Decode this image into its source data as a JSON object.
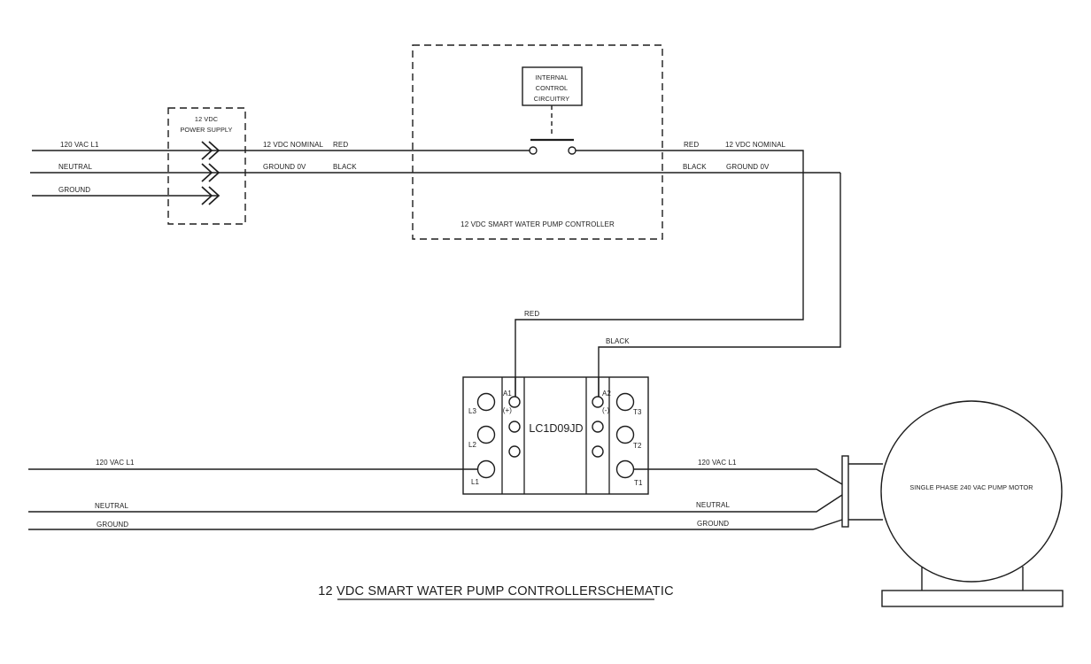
{
  "diagram_title": "12 VDC SMART WATER PUMP CONTROLLERSCHEMATIC",
  "power_supply": {
    "name_line1": "12 VDC",
    "name_line2": "POWER SUPPLY",
    "input_l1": "120 VAC L1",
    "input_neutral": "NEUTRAL",
    "input_ground": "GROUND"
  },
  "dc_bus": {
    "positive_name": "12 VDC NOMINAL",
    "positive_color": "RED",
    "negative_name": "GROUND 0V",
    "negative_color": "BLACK"
  },
  "controller": {
    "label": "12 VDC SMART WATER PUMP CONTROLLER",
    "internal_line1": "INTERNAL",
    "internal_line2": "CONTROL",
    "internal_line3": "CIRCUITRY"
  },
  "coil_wires": {
    "red": "RED",
    "black": "BLACK"
  },
  "contactor": {
    "model": "LC1D09JD",
    "l3": "L3",
    "l2": "L2",
    "l1": "L1",
    "t3": "T3",
    "t2": "T2",
    "t1": "T1",
    "a1": "A1",
    "a1_polarity": "(+)",
    "a2": "A2",
    "a2_polarity": "(-)"
  },
  "ac_lines": {
    "l1": "120 VAC L1",
    "neutral": "NEUTRAL",
    "ground": "GROUND"
  },
  "motor": {
    "label": "SINGLE PHASE 240 VAC PUMP MOTOR"
  },
  "colors": {
    "ink": "#1d1d1d",
    "background": "#ffffff"
  }
}
